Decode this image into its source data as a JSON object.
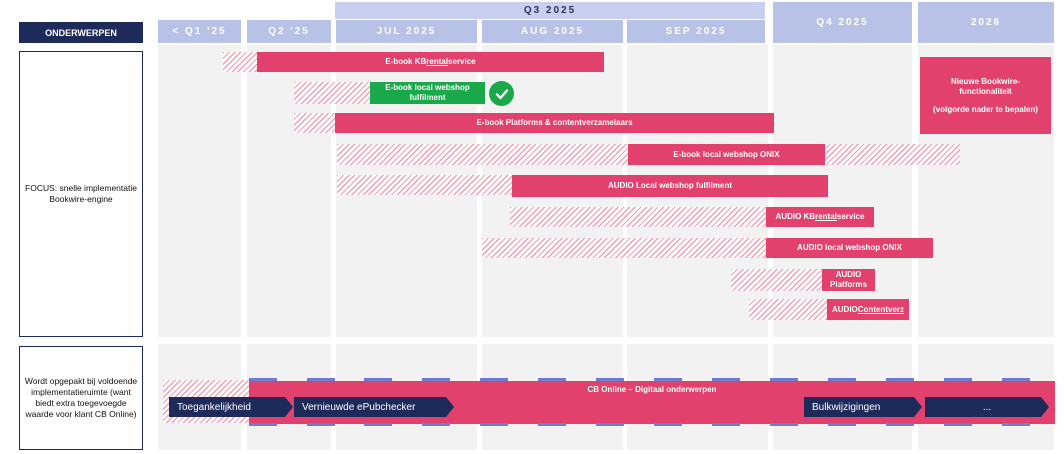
{
  "header": {
    "topics_label": "ONDERWERPEN",
    "quarter_group": "Q3 2025",
    "periods": [
      "< Q1 '25",
      "Q2 '25",
      "JUL 2025",
      "AUG 2025",
      "SEP 2025",
      "Q4 2025",
      "2026"
    ]
  },
  "rows": [
    {
      "label": "FOCUS: snelle implementatie Bookwire-engine"
    },
    {
      "label": "Wordt opgepakt bij voldoende implementatieruimte (want biedt extra toegevoegde waarde voor klant CB Online)"
    }
  ],
  "bars": {
    "ebook_kb_pre": "E-book KB ",
    "ebook_kb_u": "rental",
    "ebook_kb_post": " service",
    "ebook_local_fulfilment": "E-book local webshop fulfilment",
    "ebook_platforms": "E-book Platforms & contentverzamelaars",
    "ebook_onix": "E-book local webshop ONIX",
    "audio_fulfilment": "AUDIO Local webshop fulfilment",
    "audio_kb_pre": "AUDIO KB ",
    "audio_kb_u": "rental",
    "audio_kb_post": " service",
    "audio_onix": "AUDIO local webshop ONIX",
    "audio_platforms": "AUDIO Platforms",
    "audio_content_pre": "AUDIO ",
    "audio_content_u": "Contentverz",
    "nieuwe_title": "Nieuwe Bookwire-functionaliteit",
    "nieuwe_sub": "(volgorde nader te bepalen)"
  },
  "status_icons": {
    "completed": "checkmark-icon"
  },
  "cb_online": {
    "title": "CB Online – Digitaal onderwerpen",
    "items": [
      "Toegankelijkheid",
      "Vernieuwde ePubchecker",
      "Bulkwijzigingen",
      "..."
    ]
  },
  "colors": {
    "primary_bar": "#e2416d",
    "done_bar": "#1aa94a",
    "navy": "#1e2a5a",
    "header": "#b8c1e6"
  }
}
